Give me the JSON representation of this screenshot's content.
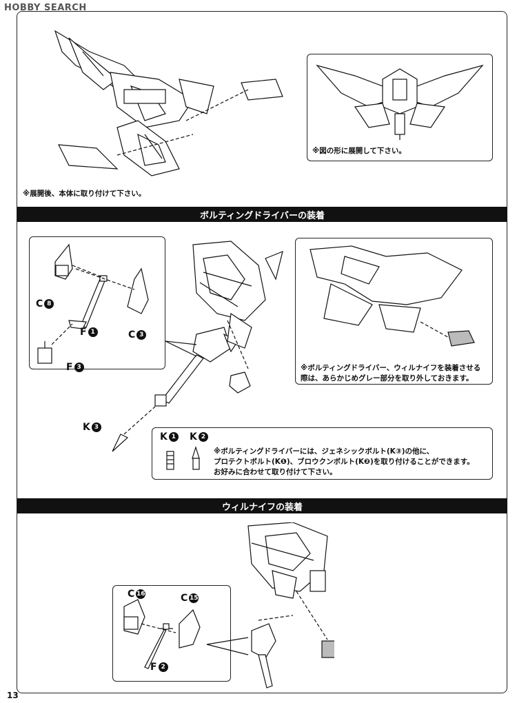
{
  "watermark": "HOBBY SEARCH",
  "page_number": "13",
  "top": {
    "note_bottom": "※展開後、本体に取り付けて下さい。",
    "inset_note": "※図の形に展開して下さい。"
  },
  "section1": {
    "title": "ボルティングドライバーの装着",
    "parts": {
      "c8": {
        "letter": "C",
        "num": "8"
      },
      "f1": {
        "letter": "F",
        "num": "1"
      },
      "c3": {
        "letter": "C",
        "num": "3"
      },
      "f3": {
        "letter": "F",
        "num": "3"
      },
      "k3": {
        "letter": "K",
        "num": "3"
      },
      "k1": {
        "letter": "K",
        "num": "1"
      },
      "k2": {
        "letter": "K",
        "num": "2"
      }
    },
    "inset_note_line1": "※ボルティングドライバー、ウィルナイフを装着させる",
    "inset_note_line2": "際は、あらかじめグレー部分を取り外しておきます。",
    "bolt_note_line1": "※ボルティングドライバーには、ジェネシックボルト(K③)の他に、",
    "bolt_note_line2": "プロテクトボルト(K❶)、ブロウクンボルト(K❷)を取り付けることができます。",
    "bolt_note_line3": "お好みに合わせて取り付けて下さい。"
  },
  "section2": {
    "title": "ウィルナイフの装着",
    "parts": {
      "c16": {
        "letter": "C",
        "num": "16"
      },
      "c15": {
        "letter": "C",
        "num": "15"
      },
      "f2": {
        "letter": "F",
        "num": "2"
      }
    }
  }
}
